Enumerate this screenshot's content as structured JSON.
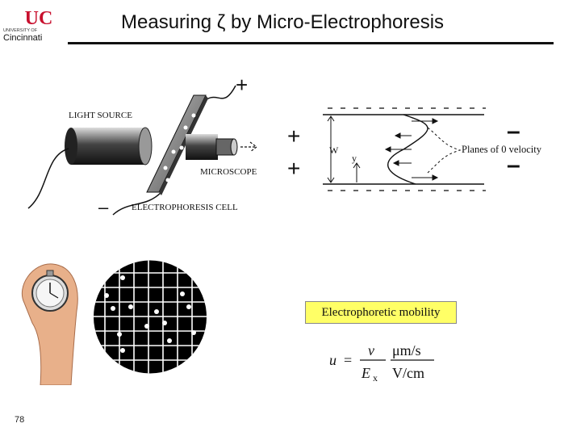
{
  "slide": {
    "title": "Measuring ζ by Micro-Electrophoresis",
    "page_number": "78"
  },
  "logo": {
    "line1": "UNIVERSITY OF",
    "line2": "Cincinnati",
    "brand_color": "#c8102e"
  },
  "apparatus": {
    "light_source": "LIGHT SOURCE",
    "microscope": "MICROSCOPE",
    "cell": "ELECTROPHORESIS CELL",
    "plus": "+",
    "minus": "–"
  },
  "flow": {
    "plus": "+",
    "minus": "–",
    "w_label": "W",
    "y_label": "y",
    "planes_label": "Planes of 0 velocity"
  },
  "mobility": {
    "label": "Electrophoretic mobility",
    "highlight_color": "#ffff66"
  },
  "equation": {
    "lhs": "u",
    "eq": "=",
    "numerator": "v",
    "denominator": "E",
    "subscript": "x",
    "unit_numerator": "μm/s",
    "unit_denominator": "V/cm"
  }
}
